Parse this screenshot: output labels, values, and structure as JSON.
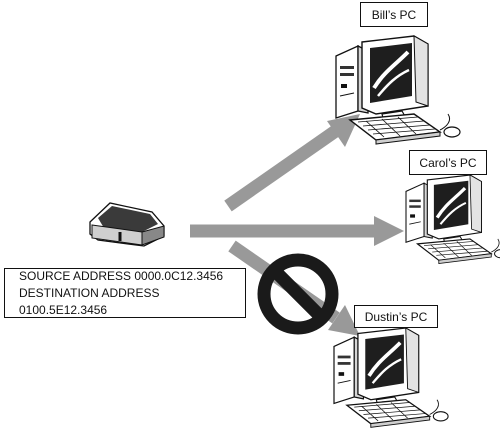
{
  "source_address_line": "SOURCE ADDRESS 0000.0C12.3456",
  "destination_address_line": "DESTINATION ADDRESS 0100.5E12.3456",
  "pcs": {
    "bill": "Bill’s PC",
    "carol": "Carol’s PC",
    "dustin": "Dustin’s PC"
  },
  "colors": {
    "arrow": "#999999",
    "prohibit_ring": "#1a1a1a",
    "outline": "#111111",
    "monitor_screen": "#1e1e1e"
  },
  "icons": {
    "sender": "network-device-icon",
    "recipient": "desktop-pc-icon",
    "blocked": "prohibited-icon"
  }
}
